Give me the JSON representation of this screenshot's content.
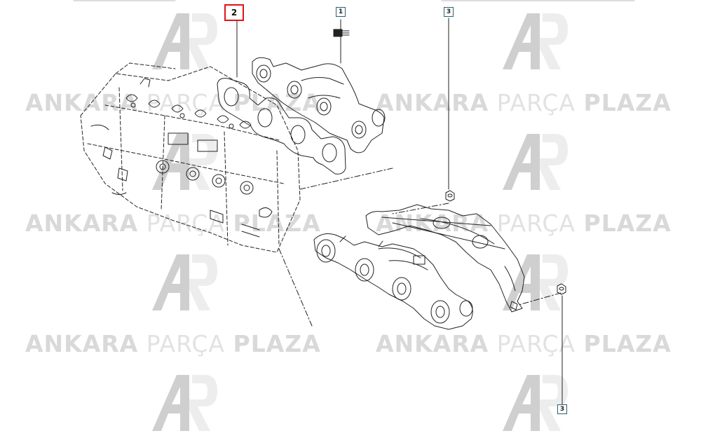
{
  "colors": {
    "line": "#222222",
    "callout_border": "#2a5e7a",
    "selected_border": "#e01414",
    "watermark_logo": "#c8c8c8",
    "watermark_text": "#d9d9d9"
  },
  "watermark": {
    "brand_word_1": "ANKARA",
    "brand_word_2": "PARÇA",
    "brand_word_3": "PLAZA"
  },
  "callouts": [
    {
      "id": "2",
      "label": "2",
      "selected": true
    },
    {
      "id": "1",
      "label": "1",
      "selected": false
    },
    {
      "id": "3a",
      "label": "3",
      "selected": false
    },
    {
      "id": "3b",
      "label": "3",
      "selected": false
    }
  ],
  "parts": [
    {
      "callout": "1",
      "icon": "stud-icon"
    },
    {
      "callout": "2",
      "icon": "gasket-icon"
    },
    {
      "callout": "3",
      "icon": "nut-icon"
    }
  ]
}
